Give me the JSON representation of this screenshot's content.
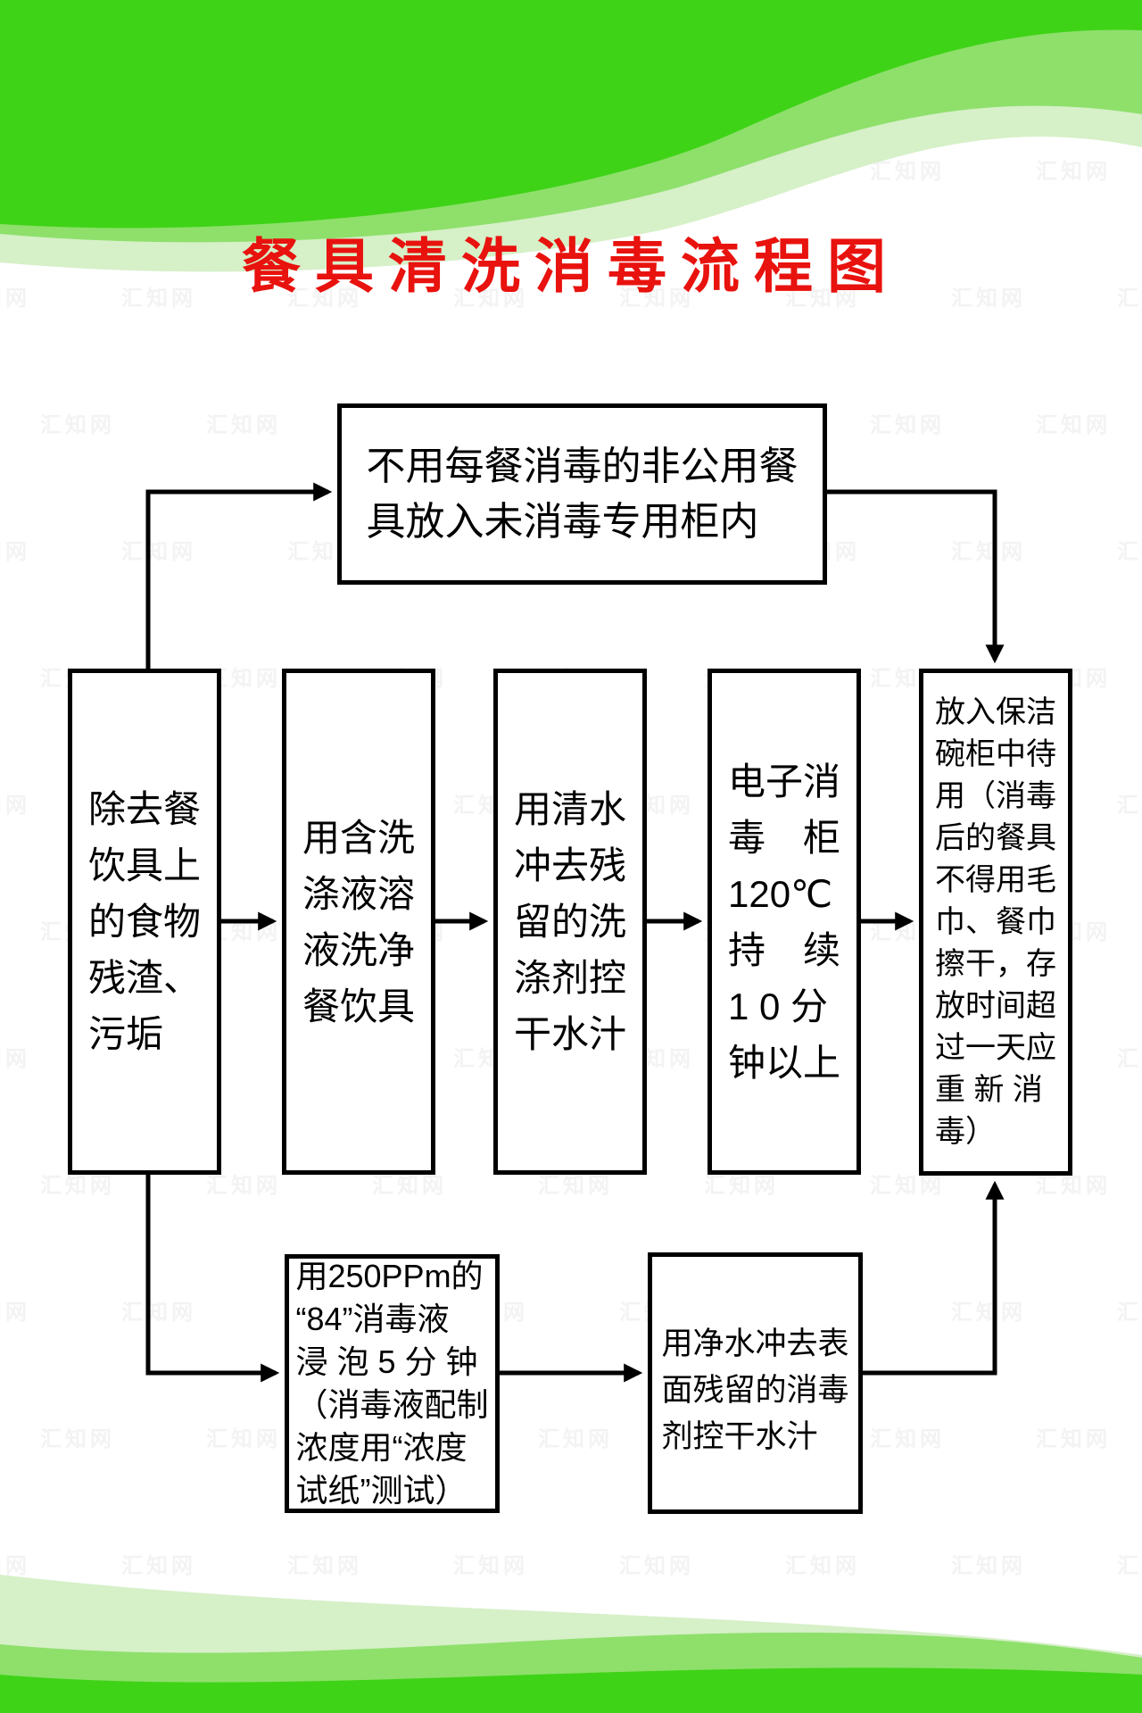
{
  "poster": {
    "title": "餐具清洗消毒流程图",
    "watermark_text": "汇知网",
    "colors": {
      "title_red": "#e8120e",
      "wave_bright_green": "#3fd317",
      "wave_medium_green": "#8ee06b",
      "wave_pale_green": "#d6f0c8",
      "box_border": "#000000",
      "box_background": "#ffffff"
    },
    "boxes": {
      "uncommon_tableware": "不用每餐消毒的非公用餐\n具放入未消毒专用柜内",
      "step1_remove_residue": "除去餐\n饮具上\n的食物\n残渣、\n污垢",
      "step2_wash_with_detergent": "用含洗\n涤液溶\n液洗净\n餐饮具",
      "step3_rinse_detergent": "用清水\n冲去残\n留的洗\n涤剂控\n干水汁",
      "step4_electronic_disinfection": "电子消\n毒　柜\n120℃\n持　续\n1  0  分\n钟以上",
      "step5_clean_cabinet_storage": "放入保洁\n碗柜中待\n用（消毒\n后的餐具\n不得用毛\n巾、餐巾\n擦干，存\n放时间超\n过一天应\n重 新 消\n毒）",
      "alt1_soak_84_disinfectant": "用250PPm的\n“84”消毒液\n浸 泡 5 分 钟\n（消毒液配制\n浓度用“浓度\n试纸”测试）",
      "alt2_rinse_disinfectant": "用净水冲去表\n面残留的消毒\n剂控干水汁"
    }
  }
}
